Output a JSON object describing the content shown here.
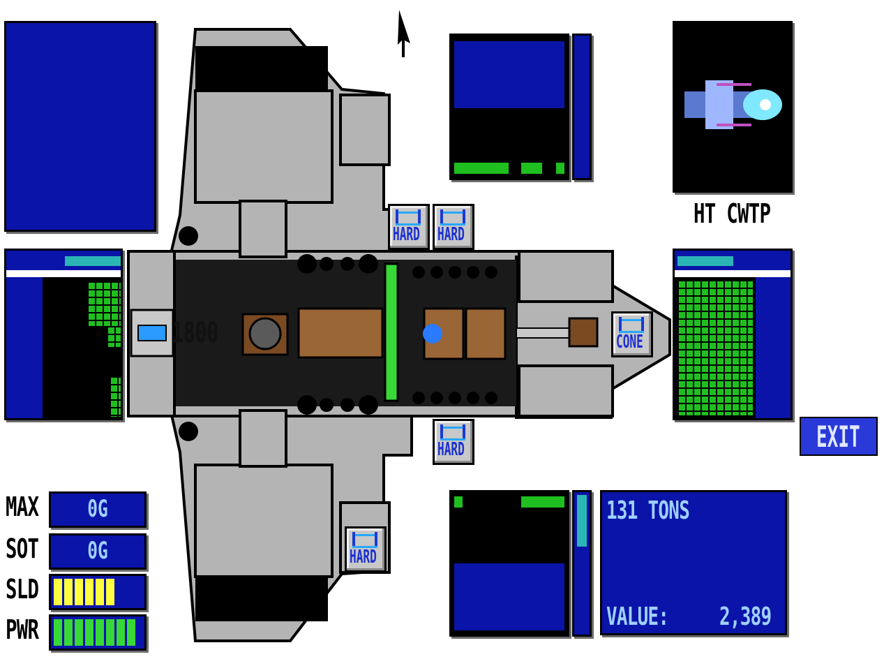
{
  "ship_name": "HT CWTP",
  "thrust_value": "1800",
  "slots": {
    "hard_1": "HARD",
    "hard_2": "HARD",
    "hard_3": "HARD",
    "hard_4": "HARD",
    "cone": "CONE"
  },
  "gauges": {
    "max": {
      "label": "MAX",
      "value": "0G"
    },
    "sot": {
      "label": "SOT",
      "value": "0G"
    },
    "sld": {
      "label": "SLD",
      "level_fraction": 0.72,
      "color": "#ffff40"
    },
    "pwr": {
      "label": "PWR",
      "level_fraction": 1.0,
      "color": "#38d838"
    }
  },
  "cargo": {
    "tonnage": "131 TONS",
    "value_label": "VALUE:",
    "value": "2,389"
  },
  "exit_button": "EXIT",
  "colors": {
    "panel_blue": "#0a14a8",
    "hull_gray": "#b4b4b4",
    "green": "#1fbf1f",
    "cyan": "#2cb5b5"
  }
}
